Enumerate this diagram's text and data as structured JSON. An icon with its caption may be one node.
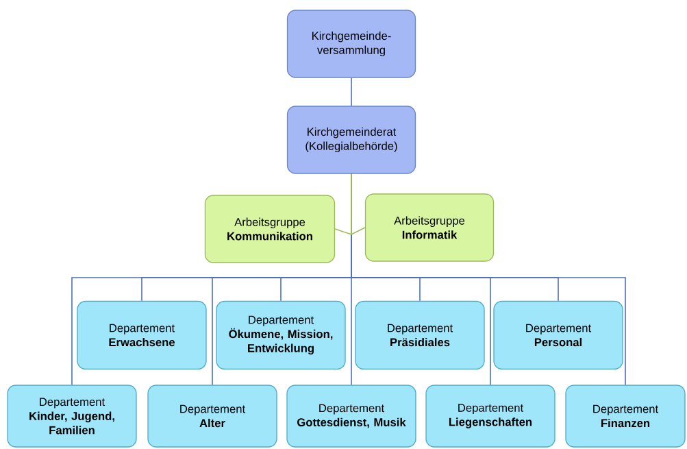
{
  "diagram": {
    "nodes": [
      {
        "text": [
          "Kirchgemeinde-versammlung"
        ]
      },
      {
        "text": [
          "Kirchgemeinderat (Kollegialbehörde)"
        ]
      },
      {
        "text": [
          "Arbeitsgruppe",
          "Kommunikation"
        ]
      },
      {
        "text": [
          "Arbeitsgruppe",
          "Informatik"
        ]
      },
      {
        "text": [
          "Departement",
          "Erwachsene"
        ]
      },
      {
        "text": [
          "Departement",
          "Ökumene, Mission, Entwicklung"
        ]
      },
      {
        "text": [
          "Departement",
          "Präsidiales"
        ]
      },
      {
        "text": [
          "Departement",
          "Personal"
        ]
      },
      {
        "text": [
          "Departement",
          "Kinder, Jugend, Familien"
        ]
      },
      {
        "text": [
          "Departement",
          "Alter"
        ]
      },
      {
        "text": [
          "Departement",
          "Gottesdienst, Musik"
        ]
      },
      {
        "text": [
          "Departement",
          "Liegenschaften"
        ]
      },
      {
        "text": [
          "Departement",
          "Finanzen"
        ]
      }
    ],
    "edges": [
      {
        "from": 0,
        "to": 1,
        "arrow": "none"
      },
      {
        "from": 1,
        "to": 4,
        "arrow": "none"
      },
      {
        "from": 1,
        "to": 5,
        "arrow": "none"
      },
      {
        "from": 1,
        "to": 6,
        "arrow": "none"
      },
      {
        "from": 1,
        "to": 7,
        "arrow": "none"
      },
      {
        "from": 1,
        "to": 8,
        "arrow": "none"
      },
      {
        "from": 1,
        "to": 9,
        "arrow": "none"
      },
      {
        "from": 1,
        "to": 10,
        "arrow": "none"
      },
      {
        "from": 1,
        "to": 11,
        "arrow": "none"
      },
      {
        "from": 1,
        "to": 12,
        "arrow": "none"
      },
      {
        "from": 2,
        "to": 1,
        "arrow": "none",
        "color": "#9bbb59"
      },
      {
        "from": 3,
        "to": 1,
        "arrow": "none",
        "color": "#9bbb59"
      }
    ]
  }
}
